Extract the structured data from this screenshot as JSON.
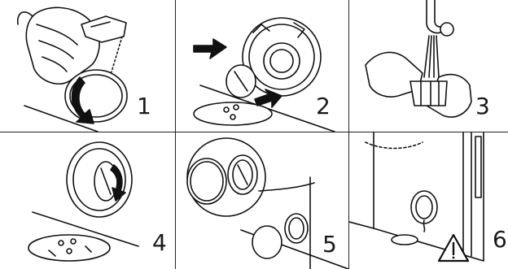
{
  "steps": [
    {
      "number": "1",
      "illustration": "open-service-flap"
    },
    {
      "number": "2",
      "illustration": "remove-pump-filter"
    },
    {
      "number": "3",
      "illustration": "clean-filter-under-tap"
    },
    {
      "number": "4",
      "illustration": "reinsert-pump-filter"
    },
    {
      "number": "5",
      "illustration": "close-service-flap"
    },
    {
      "number": "6",
      "illustration": "warning-drain-water"
    }
  ]
}
